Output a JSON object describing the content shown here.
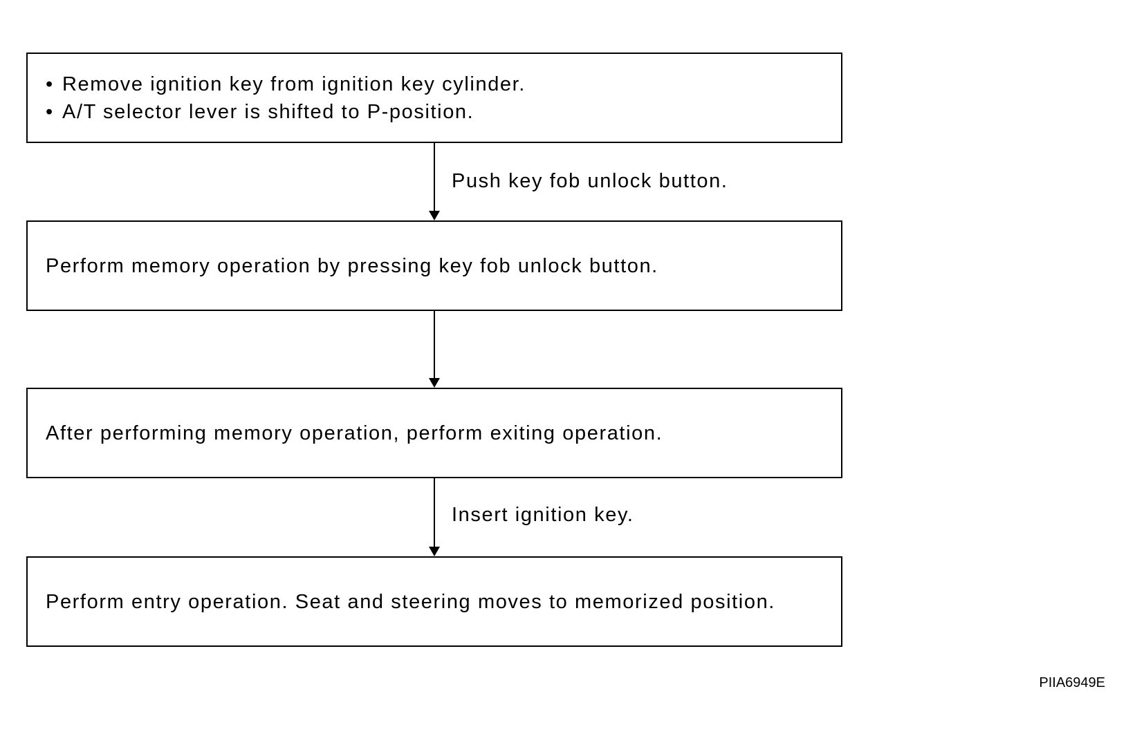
{
  "steps": [
    {
      "bullets": [
        "Remove ignition key from ignition key cylinder.",
        "A/T selector lever is shifted to P-position."
      ]
    },
    {
      "text": "Perform memory operation by pressing key fob unlock button."
    },
    {
      "text": "After performing memory operation, perform exiting operation."
    },
    {
      "text": "Perform entry operation. Seat and steering moves to memorized position."
    }
  ],
  "transitions": [
    {
      "label": "Push key fob unlock button."
    },
    {
      "label": ""
    },
    {
      "label": "Insert ignition key."
    }
  ],
  "figure_code": "PIIA6949E",
  "bullet_glyph": "•"
}
